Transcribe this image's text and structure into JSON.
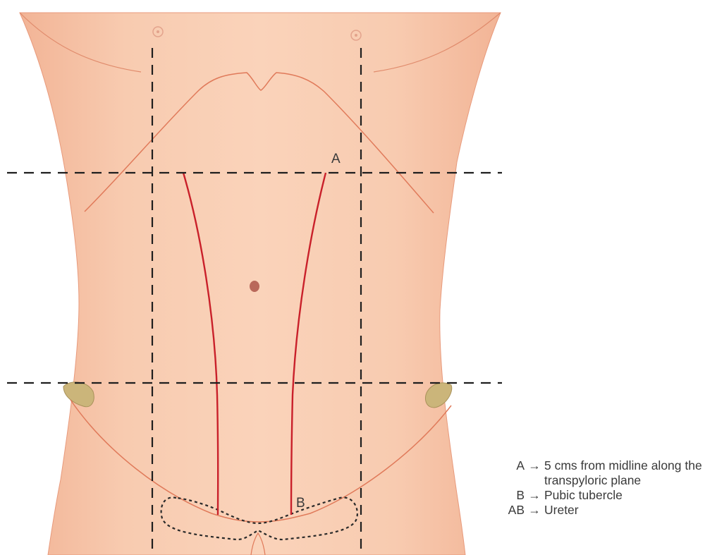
{
  "colors": {
    "skin": "#f7c7aa",
    "skin_shade": "#f0ad90",
    "outline": "#e07a5a",
    "guide_lines": "#1e1e1e",
    "rectus_lines": "#c9202a",
    "iliac_spine": "#c9b378"
  },
  "labels": {
    "point_a": "A",
    "point_b": "B"
  },
  "legend": [
    {
      "key": "A",
      "arrow": "→",
      "text": "5 cms from midline along the transpyloric plane"
    },
    {
      "key": "B",
      "arrow": "→",
      "text": "Pubic tubercle"
    },
    {
      "key": "AB",
      "arrow": "→",
      "text": "Ureter"
    }
  ]
}
